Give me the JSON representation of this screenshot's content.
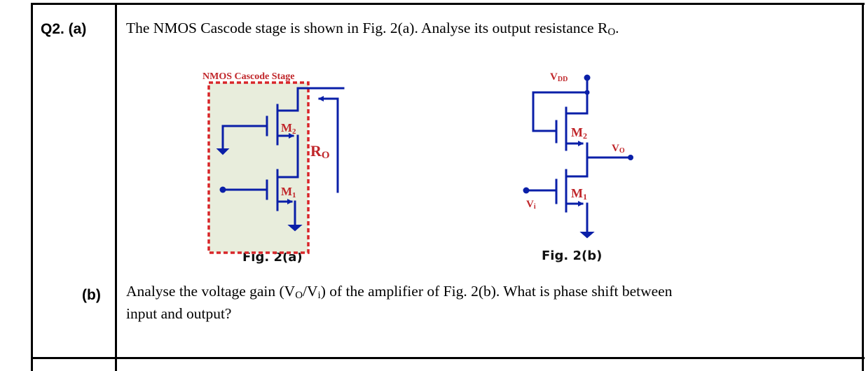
{
  "question": {
    "number_label": "Q2. (a)",
    "part_a": {
      "text_before": "The NMOS Cascode stage is shown in Fig. 2(a). Analyse its output resistance R",
      "text_sub": "O",
      "text_after": "."
    },
    "part_b": {
      "label": "(b)",
      "line1_before": "Analyse the voltage gain (V",
      "line1_sub1": "O",
      "line1_mid": "/V",
      "line1_sub2": "i",
      "line1_after": ") of the amplifier of Fig. 2(b).  What is phase shift between",
      "line2": "input and output?"
    }
  },
  "figures": {
    "fig_a": {
      "caption": "Fig. 2(a)",
      "title": "NMOS Cascode Stage",
      "m2_label": "M",
      "m2_sub": "2",
      "m1_label": "M",
      "m1_sub": "1",
      "ro_label": "R",
      "ro_sub": "O"
    },
    "fig_b": {
      "caption": "Fig. 2(b)",
      "vdd_label": "V",
      "vdd_sub": "DD",
      "vo_label": "V",
      "vo_sub": "O",
      "vi_label": "V",
      "vi_sub": "i",
      "m2_label": "M",
      "m2_sub": "2",
      "m1_label": "M",
      "m1_sub": "1"
    }
  },
  "colors": {
    "wire": "#0a1fa8",
    "label": "#c0262a",
    "box_fill": "#e8eddc",
    "box_border": "#d8262a"
  }
}
